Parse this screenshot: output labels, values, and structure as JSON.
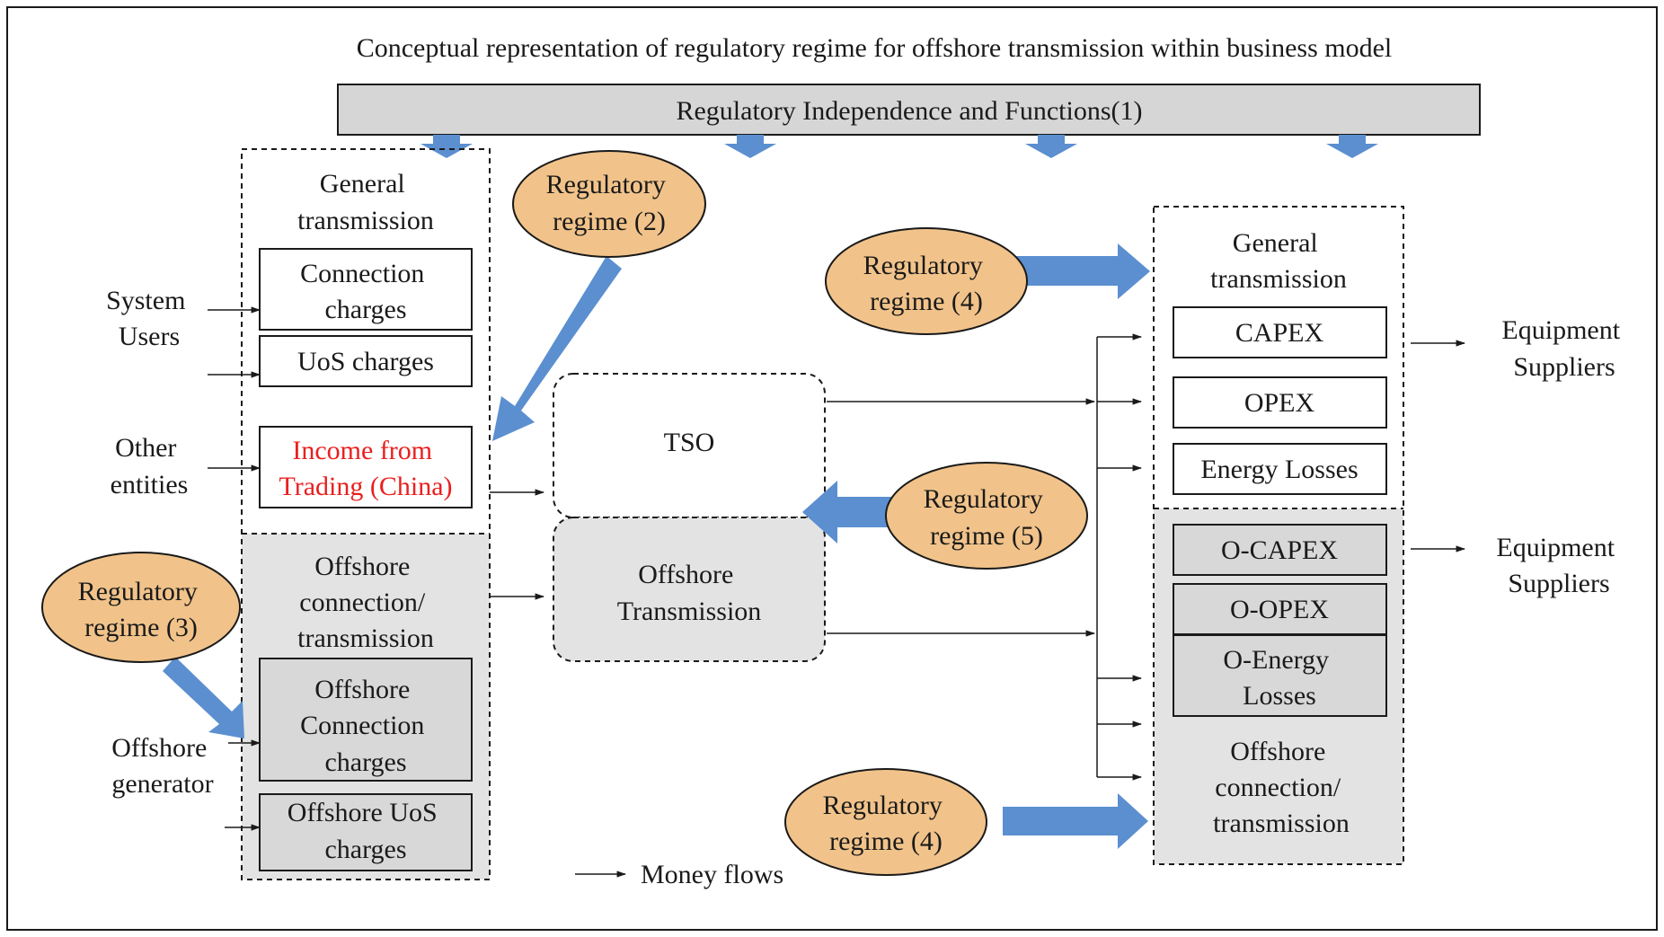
{
  "title": "Conceptual representation of regulatory regime for offshore transmission within business model",
  "top_bar": {
    "label": "Regulatory Independence and Functions(1)"
  },
  "colors": {
    "border": "#1a1a1a",
    "top_bar_fill": "#d6d6d6",
    "shaded_fill": "#e3e3e3",
    "box_shaded_fill": "#d8d8d8",
    "oval_fill": "#f1c38a",
    "arrow_blue": "#5b8fd0",
    "highlight_red": "#e8201f"
  },
  "left_block": {
    "header": [
      "General",
      "transmission"
    ],
    "connection_charges": [
      "Connection",
      "charges"
    ],
    "uos_charges": "UoS charges",
    "income_from_trading": [
      "Income from",
      "Trading (China)"
    ]
  },
  "offshore_left_block": {
    "header": [
      "Offshore",
      "connection/",
      "transmission"
    ],
    "offshore_connection_charges": [
      "Offshore",
      "Connection",
      "charges"
    ],
    "offshore_uos_charges": [
      "Offshore UoS",
      "charges"
    ]
  },
  "external_labels": {
    "system_users": [
      "System",
      "Users"
    ],
    "other_entities": [
      "Other",
      "entities"
    ],
    "offshore_generator": [
      "Offshore",
      "generator"
    ]
  },
  "center": {
    "tso": "TSO",
    "offshore_transmission": [
      "Offshore",
      "Transmission"
    ]
  },
  "ovals": {
    "regime_2": [
      "Regulatory",
      "regime (2)"
    ],
    "regime_3": [
      "Regulatory",
      "regime (3)"
    ],
    "regime_4_top": [
      "Regulatory",
      "regime (4)"
    ],
    "regime_5": [
      "Regulatory",
      "regime (5)"
    ],
    "regime_4_bottom": [
      "Regulatory",
      "regime (4)"
    ]
  },
  "right_block": {
    "header": [
      "General",
      "transmission"
    ],
    "capex": "CAPEX",
    "opex": "OPEX",
    "energy_losses": "Energy Losses",
    "o_capex": "O-CAPEX",
    "o_opex": "O-OPEX",
    "o_energy_losses": [
      "O-Energy",
      "Losses"
    ],
    "offshore_footer": [
      "Offshore",
      "connection/",
      "transmission"
    ]
  },
  "suppliers_top": [
    "Equipment",
    "Suppliers"
  ],
  "suppliers_bottom": [
    "Equipment",
    "Suppliers"
  ],
  "legend": {
    "money_flows": "Money flows"
  }
}
